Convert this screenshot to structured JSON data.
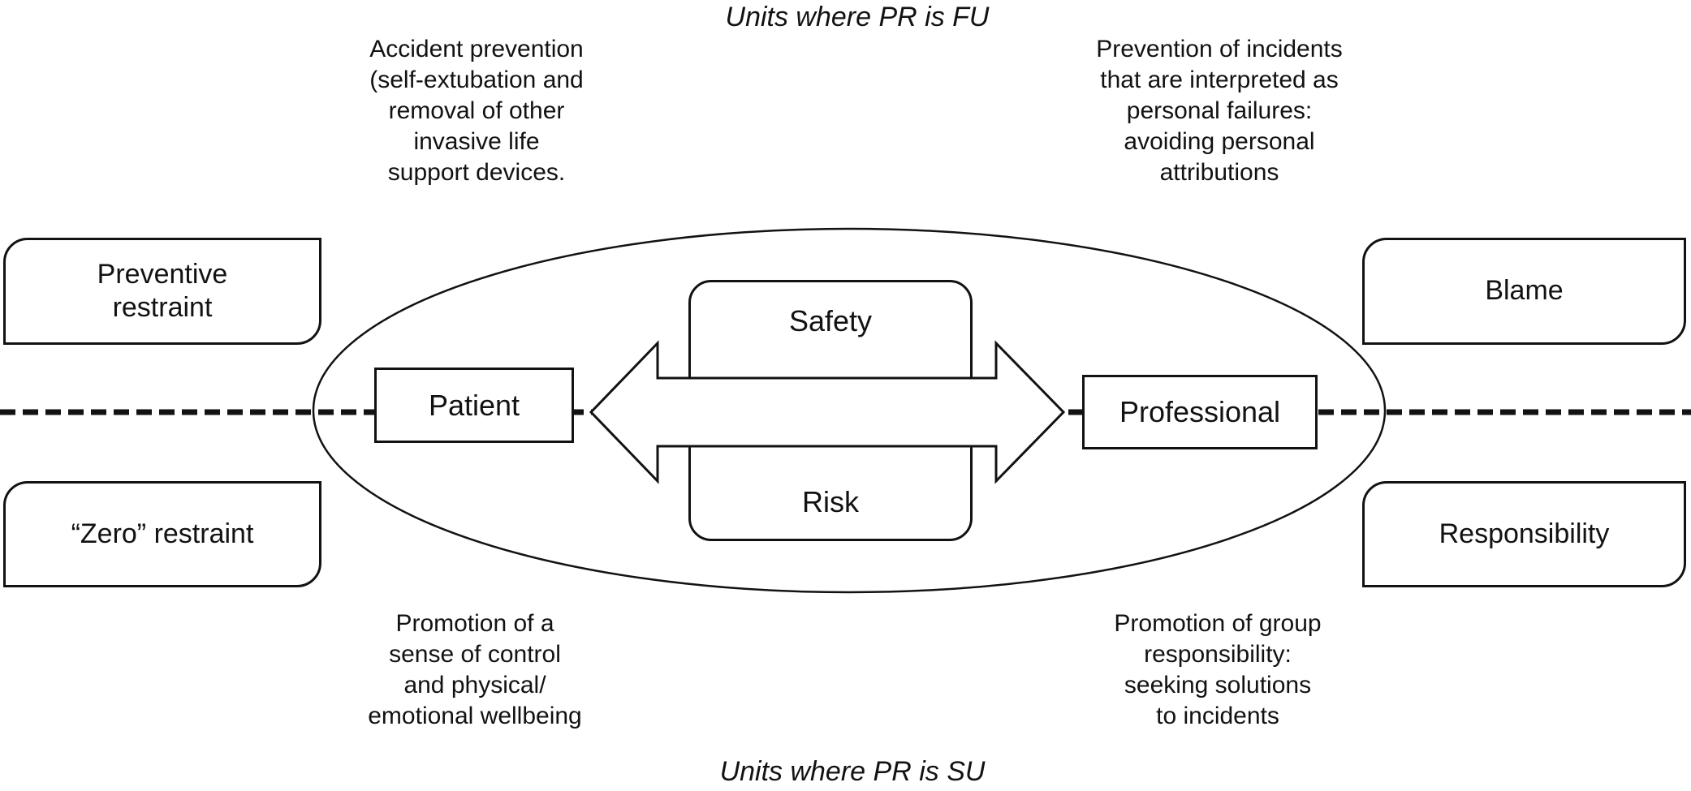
{
  "titles": {
    "top": "Units where PR is FU",
    "bottom": "Units where PR is SU"
  },
  "annotations": {
    "top_left": "Accident prevention\n(self-extubation and\nremoval of other\ninvasive life\nsupport devices.",
    "top_right": "Prevention of incidents\nthat are interpreted as\npersonal failures:\navoiding personal\nattributions",
    "bottom_left": "Promotion of a\nsense of control\nand physical/\nemotional wellbeing",
    "bottom_right": "Promotion of group\nresponsibility:\nseeking solutions\nto incidents"
  },
  "boxes": {
    "preventive_restraint": "Preventive\nrestraint",
    "zero_restraint": "“Zero” restraint",
    "blame": "Blame",
    "responsibility": "Responsibility",
    "patient": "Patient",
    "professional": "Professional",
    "safety": "Safety",
    "risk": "Risk"
  },
  "colors": {
    "stroke": "#121212",
    "background": "#ffffff"
  }
}
